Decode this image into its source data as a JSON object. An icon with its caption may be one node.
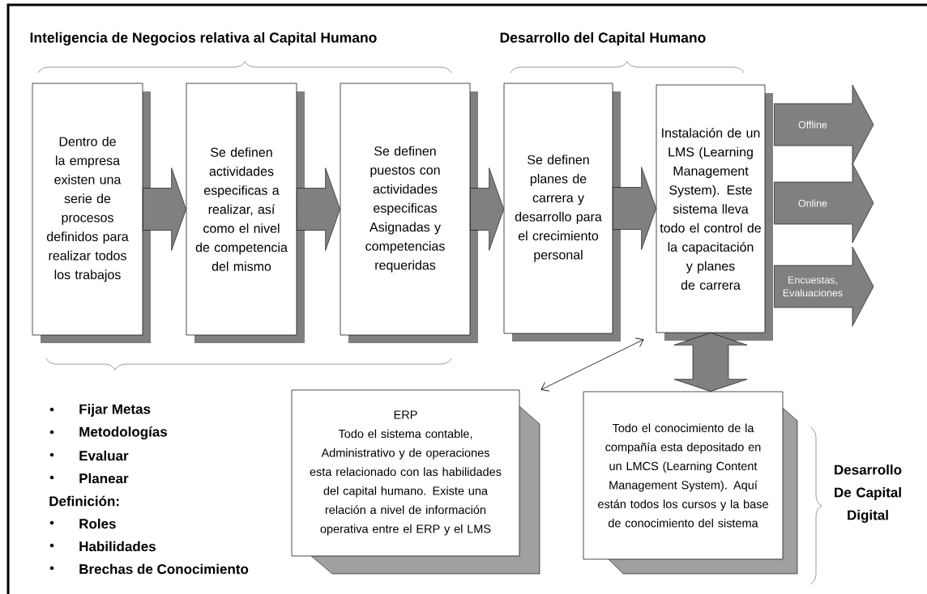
{
  "diagram": {
    "nodes": [
      {
        "text": [
          "Dentro de la empresa existen una serie de procesos definidos para realizar todos los trabajos"
        ]
      },
      {
        "text": [
          "Se definen actividades especificas a realizar, así como el nivel de competencia del mismo"
        ]
      },
      {
        "text": [
          "Se definen puestos con actividades especificas Asignadas y competencias requeridas"
        ]
      },
      {
        "text": [
          "Se definen planes de carrera y desarrollo para el crecimiento personal"
        ]
      },
      {
        "text": [
          "Instalación de un LMS (Learning Management System). Este sistema lleva todo el control de la capacitación y planes de carrera"
        ]
      },
      {
        "text": [
          "ERP",
          "Todo el sistema contable, Administrativo y de operaciones esta relacionado con las habilidades del capital humano. Existe una relación a nivel de información operativa entre el ERP y el LMS"
        ]
      },
      {
        "text": [
          "Todo el conocimiento de la compañía esta depositado en un LMCS (Learning Content Management System). Aquí están todos los cursos y la base de conocimiento del sistema"
        ]
      }
    ],
    "edges": [
      {
        "from": 0,
        "to": 1,
        "arrow": "to",
        "style": "thick"
      },
      {
        "from": 1,
        "to": 2,
        "arrow": "to",
        "style": "thick"
      },
      {
        "from": 2,
        "to": 3,
        "arrow": "to",
        "style": "thick"
      },
      {
        "from": 3,
        "to": 4,
        "arrow": "to",
        "style": "thick"
      },
      {
        "from": 4,
        "to": 5,
        "arrow": "both",
        "color": "#000000"
      },
      {
        "from": 4,
        "to": 6,
        "arrow": "both",
        "style": "thick"
      },
      {
        "from": 4,
        "to": null,
        "arrow": "to",
        "style": "thick",
        "label": "Offline"
      },
      {
        "from": 4,
        "to": null,
        "arrow": "to",
        "style": "thick",
        "label": "Online"
      },
      {
        "from": 4,
        "to": null,
        "arrow": "to",
        "style": "thick",
        "label": "Encuestas, Evaluaciones"
      }
    ],
    "labels": [
      "Inteligencia de Negocios relativa al Capital Humano",
      "Desarrollo del Capital Humano",
      "Fijar Metas",
      "Metodologías",
      "Evaluar",
      "Planear",
      "Definición:",
      "Roles",
      "Habilidades",
      "Brechas de Conocimiento",
      "Desarrollo De Capital Digital"
    ]
  }
}
